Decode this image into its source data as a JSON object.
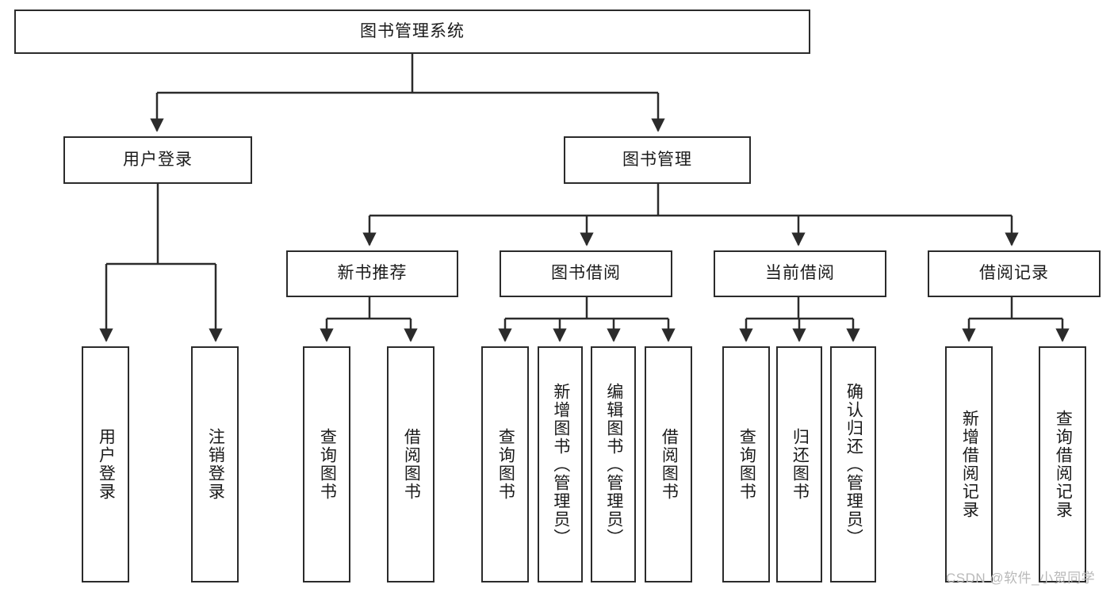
{
  "diagram": {
    "title": "图书管理系统",
    "type": "tree",
    "colors": {
      "stroke": "#2b2b2b",
      "fill": "#ffffff",
      "text": "#1a1a1a",
      "watermark": "#b9b9b9"
    },
    "root": {
      "label": "图书管理系统"
    },
    "level2": [
      {
        "label": "用户登录"
      },
      {
        "label": "图书管理"
      }
    ],
    "level3": [
      {
        "label": "新书推荐"
      },
      {
        "label": "图书借阅"
      },
      {
        "label": "当前借阅"
      },
      {
        "label": "借阅记录"
      }
    ],
    "leaves": {
      "user_login": [
        {
          "label": "用户登录"
        },
        {
          "label": "注销登录"
        }
      ],
      "new_book": [
        {
          "label": "查询图书"
        },
        {
          "label": "借阅图书"
        }
      ],
      "book_borrow": [
        {
          "label": "查询图书"
        },
        {
          "label": "新增图书（管理员）"
        },
        {
          "label": "编辑图书（管理员）"
        },
        {
          "label": "借阅图书"
        }
      ],
      "current_borrow": [
        {
          "label": "查询图书"
        },
        {
          "label": "归还图书"
        },
        {
          "label": "确认归还（管理员）"
        }
      ],
      "borrow_record": [
        {
          "label": "新增借阅记录"
        },
        {
          "label": "查询借阅记录"
        }
      ]
    }
  },
  "watermark": {
    "text": "CSDN @软件_小贺同学"
  }
}
